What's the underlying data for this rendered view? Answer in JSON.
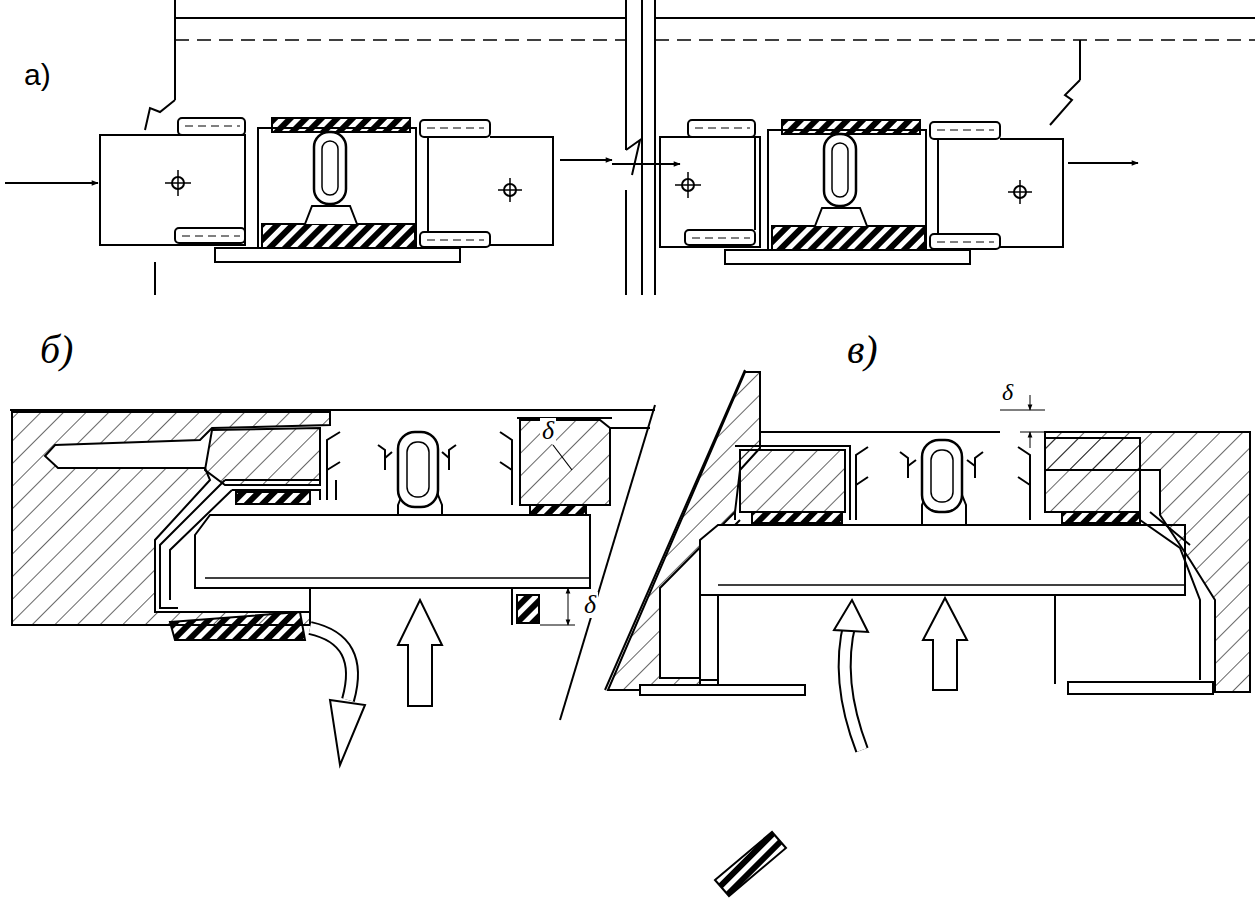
{
  "diagram": {
    "labels": [
      "а)",
      "б)",
      "в)",
      "δ",
      "δ",
      "δ"
    ]
  }
}
